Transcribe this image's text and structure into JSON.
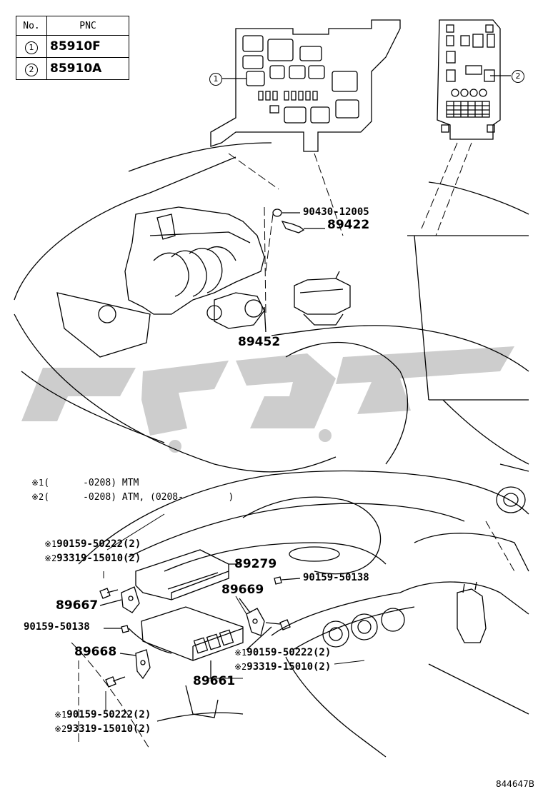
{
  "table": {
    "header": {
      "no": "No.",
      "pnc": "PNC"
    },
    "rows": [
      {
        "no": "1",
        "pnc": "85910F"
      },
      {
        "no": "2",
        "pnc": "85910A"
      }
    ]
  },
  "callouts": {
    "c1": "1",
    "c2": "2"
  },
  "notes": {
    "n1_mark": "※1",
    "n1_text": "(      -0208) MTM",
    "n2_mark": "※2",
    "n2_text": "(      -0208) ATM, (0208-        )"
  },
  "parts": {
    "p89422": "89422",
    "p90430": "90430-12005",
    "p89452": "89452",
    "p89279": "89279",
    "p89669": "89669",
    "p89667": "89667",
    "p89668": "89668",
    "p89661": "89661",
    "b90159_50138_a": "90159-50138",
    "b90159_50138_b": "90159-50138",
    "g1_line1_mark": "※1",
    "g1_line1": "90159-50222(2)",
    "g1_line2_mark": "※2",
    "g1_line2": "93319-15010(2)",
    "g2_line1_mark": "※1",
    "g2_line1": "90159-50222(2)",
    "g2_line2_mark": "※2",
    "g2_line2": "93319-15010(2)",
    "g3_line1_mark": "※1",
    "g3_line1": "90159-50222(2)",
    "g3_line2_mark": "※2",
    "g3_line2": "93319-15010(2)"
  },
  "ref_code": "844647B",
  "watermark_color": "#c8c8c8"
}
